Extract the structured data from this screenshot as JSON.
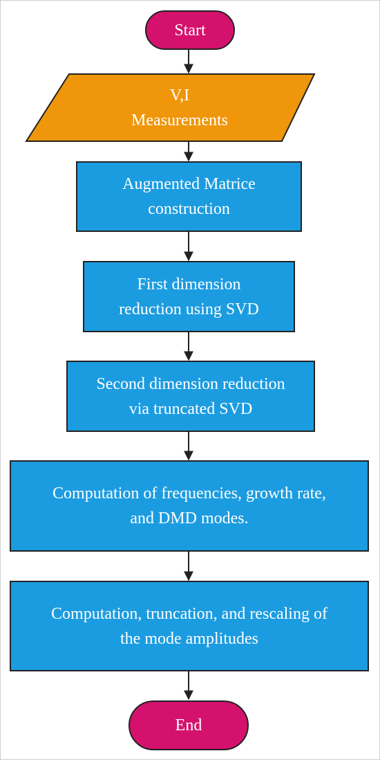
{
  "flowchart": {
    "start": "Start",
    "input": {
      "line1": "V,I",
      "line2": "Measurements"
    },
    "step1": {
      "line1": "Augmented Matrice",
      "line2": "construction"
    },
    "step2": {
      "line1": "First dimension",
      "line2": "reduction using SVD"
    },
    "step3": {
      "line1": "Second dimension reduction",
      "line2": "via truncated SVD"
    },
    "step4": {
      "line1": "Computation of frequencies, growth rate,",
      "line2": "and DMD modes."
    },
    "step5": {
      "line1": "Computation, truncation, and rescaling of",
      "line2": "the mode amplitudes"
    },
    "end": "End"
  },
  "colors": {
    "terminal": "#d4126e",
    "input": "#f0960a",
    "process": "#1c9ce0",
    "stroke": "#222222",
    "text": "#ffffff"
  }
}
